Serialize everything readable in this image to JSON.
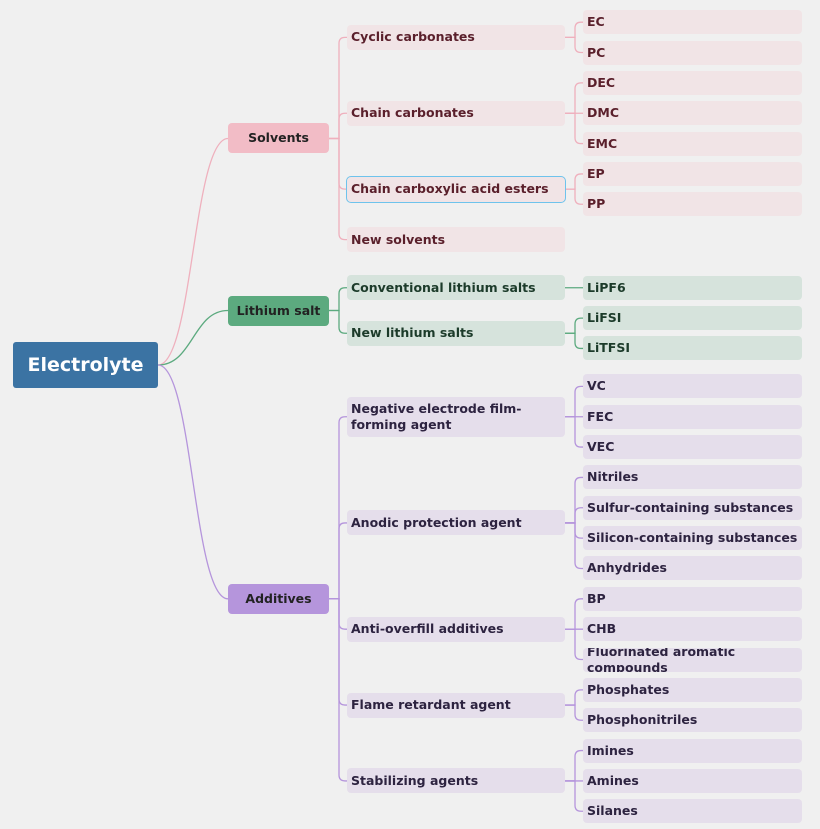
{
  "root": {
    "label": "Electrolyte",
    "color": "#3b73a3"
  },
  "branches": [
    {
      "label": "Solvents",
      "node_color": "#f2bcc6",
      "line_color": "#efb0bd",
      "child_bg": "#f1e4e6",
      "text_color": "#5a1f2b",
      "children": [
        {
          "label": "Cyclic carbonates",
          "children": [
            "EC",
            "PC"
          ]
        },
        {
          "label": "Chain carbonates",
          "children": [
            "DEC",
            "DMC",
            "EMC"
          ]
        },
        {
          "label": "Chain carboxylic acid esters",
          "selected": true,
          "children": [
            "EP",
            "PP"
          ]
        },
        {
          "label": "New solvents",
          "children": []
        }
      ]
    },
    {
      "label": "Lithium salt",
      "node_color": "#5caa7f",
      "line_color": "#5caa7f",
      "child_bg": "#d6e3dc",
      "text_color": "#1c3b2a",
      "children": [
        {
          "label": "Conventional lithium salts",
          "children": [
            "LiPF6"
          ]
        },
        {
          "label": "New lithium salts",
          "children": [
            "LiFSI",
            "LiTFSI"
          ]
        }
      ]
    },
    {
      "label": "Additives",
      "node_color": "#b595dc",
      "line_color": "#b595dc",
      "child_bg": "#e5deeb",
      "text_color": "#2d2340",
      "children": [
        {
          "label": "Negative electrode film-forming agent",
          "children": [
            "VC",
            "FEC",
            "VEC"
          ]
        },
        {
          "label": "Anodic protection agent",
          "children": [
            "Nitriles",
            "Sulfur-containing substances",
            "Silicon-containing substances",
            "Anhydrides"
          ]
        },
        {
          "label": "Anti-overfill additives",
          "children": [
            "BP",
            "CHB",
            "Fluorinated aromatic compounds"
          ]
        },
        {
          "label": "Flame retardant agent",
          "children": [
            "Phosphates",
            "Phosphonitriles"
          ]
        },
        {
          "label": "Stabilizing agents",
          "children": [
            "Imines",
            "Amines",
            "Silanes"
          ]
        }
      ]
    }
  ]
}
